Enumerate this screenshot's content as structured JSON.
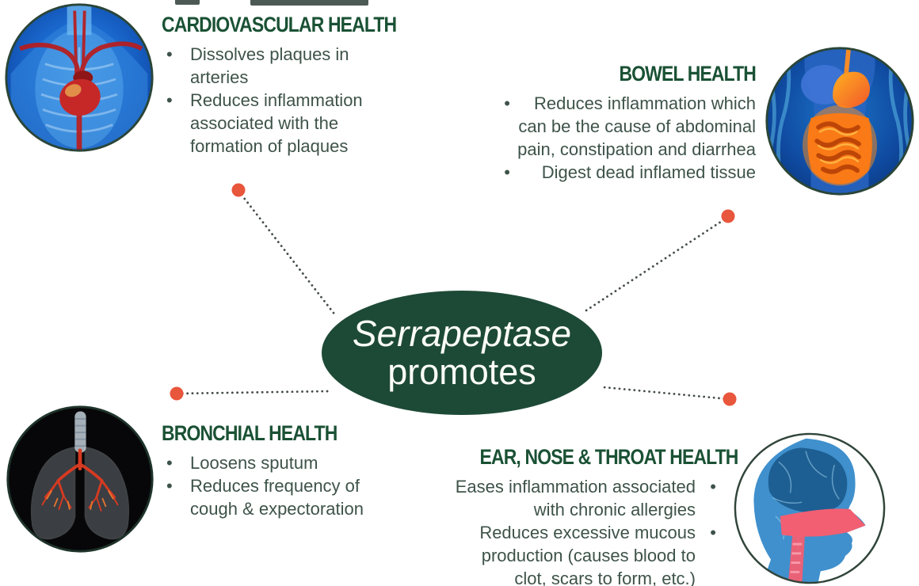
{
  "center": {
    "line1": "Serrapeptase",
    "line2": "promotes"
  },
  "sections": {
    "cardiovascular": {
      "title": "CARDIOVASCULAR HEALTH",
      "bullets": [
        "Dissolves plaques in\narteries",
        "Reduces inflammation\nassociated with the\nformation of plaques"
      ]
    },
    "bowel": {
      "title": "BOWEL HEALTH",
      "bullets": [
        "Reduces inflammation which\ncan be the cause of abdominal\npain, constipation and diarrhea",
        "Digest dead inflamed tissue"
      ]
    },
    "bronchial": {
      "title": "BRONCHIAL HEALTH",
      "bullets": [
        "Loosens sputum",
        "Reduces frequency of\ncough & expectoration"
      ]
    },
    "ent": {
      "title": "EAR, NOSE & THROAT HEALTH",
      "bullets": [
        "Eases inflammation associated\nwith chronic allergies",
        "Reduces excessive mucous\nproduction (causes blood to\nclot, scars to form, etc.)"
      ]
    }
  },
  "images": {
    "cardiovascular": "chest-heart-scan",
    "bowel": "abdomen-intestines-scan",
    "bronchial": "lungs-scan",
    "ent": "head-profile-sinus-scan"
  },
  "colors": {
    "ellipse_green": "#1d4a36",
    "heading_green": "#1a5134",
    "body_text": "#3e5349",
    "connector_dot_orange": "#e8563c",
    "dotted_line": "#454e47",
    "circle_ring": "#2a4537"
  }
}
